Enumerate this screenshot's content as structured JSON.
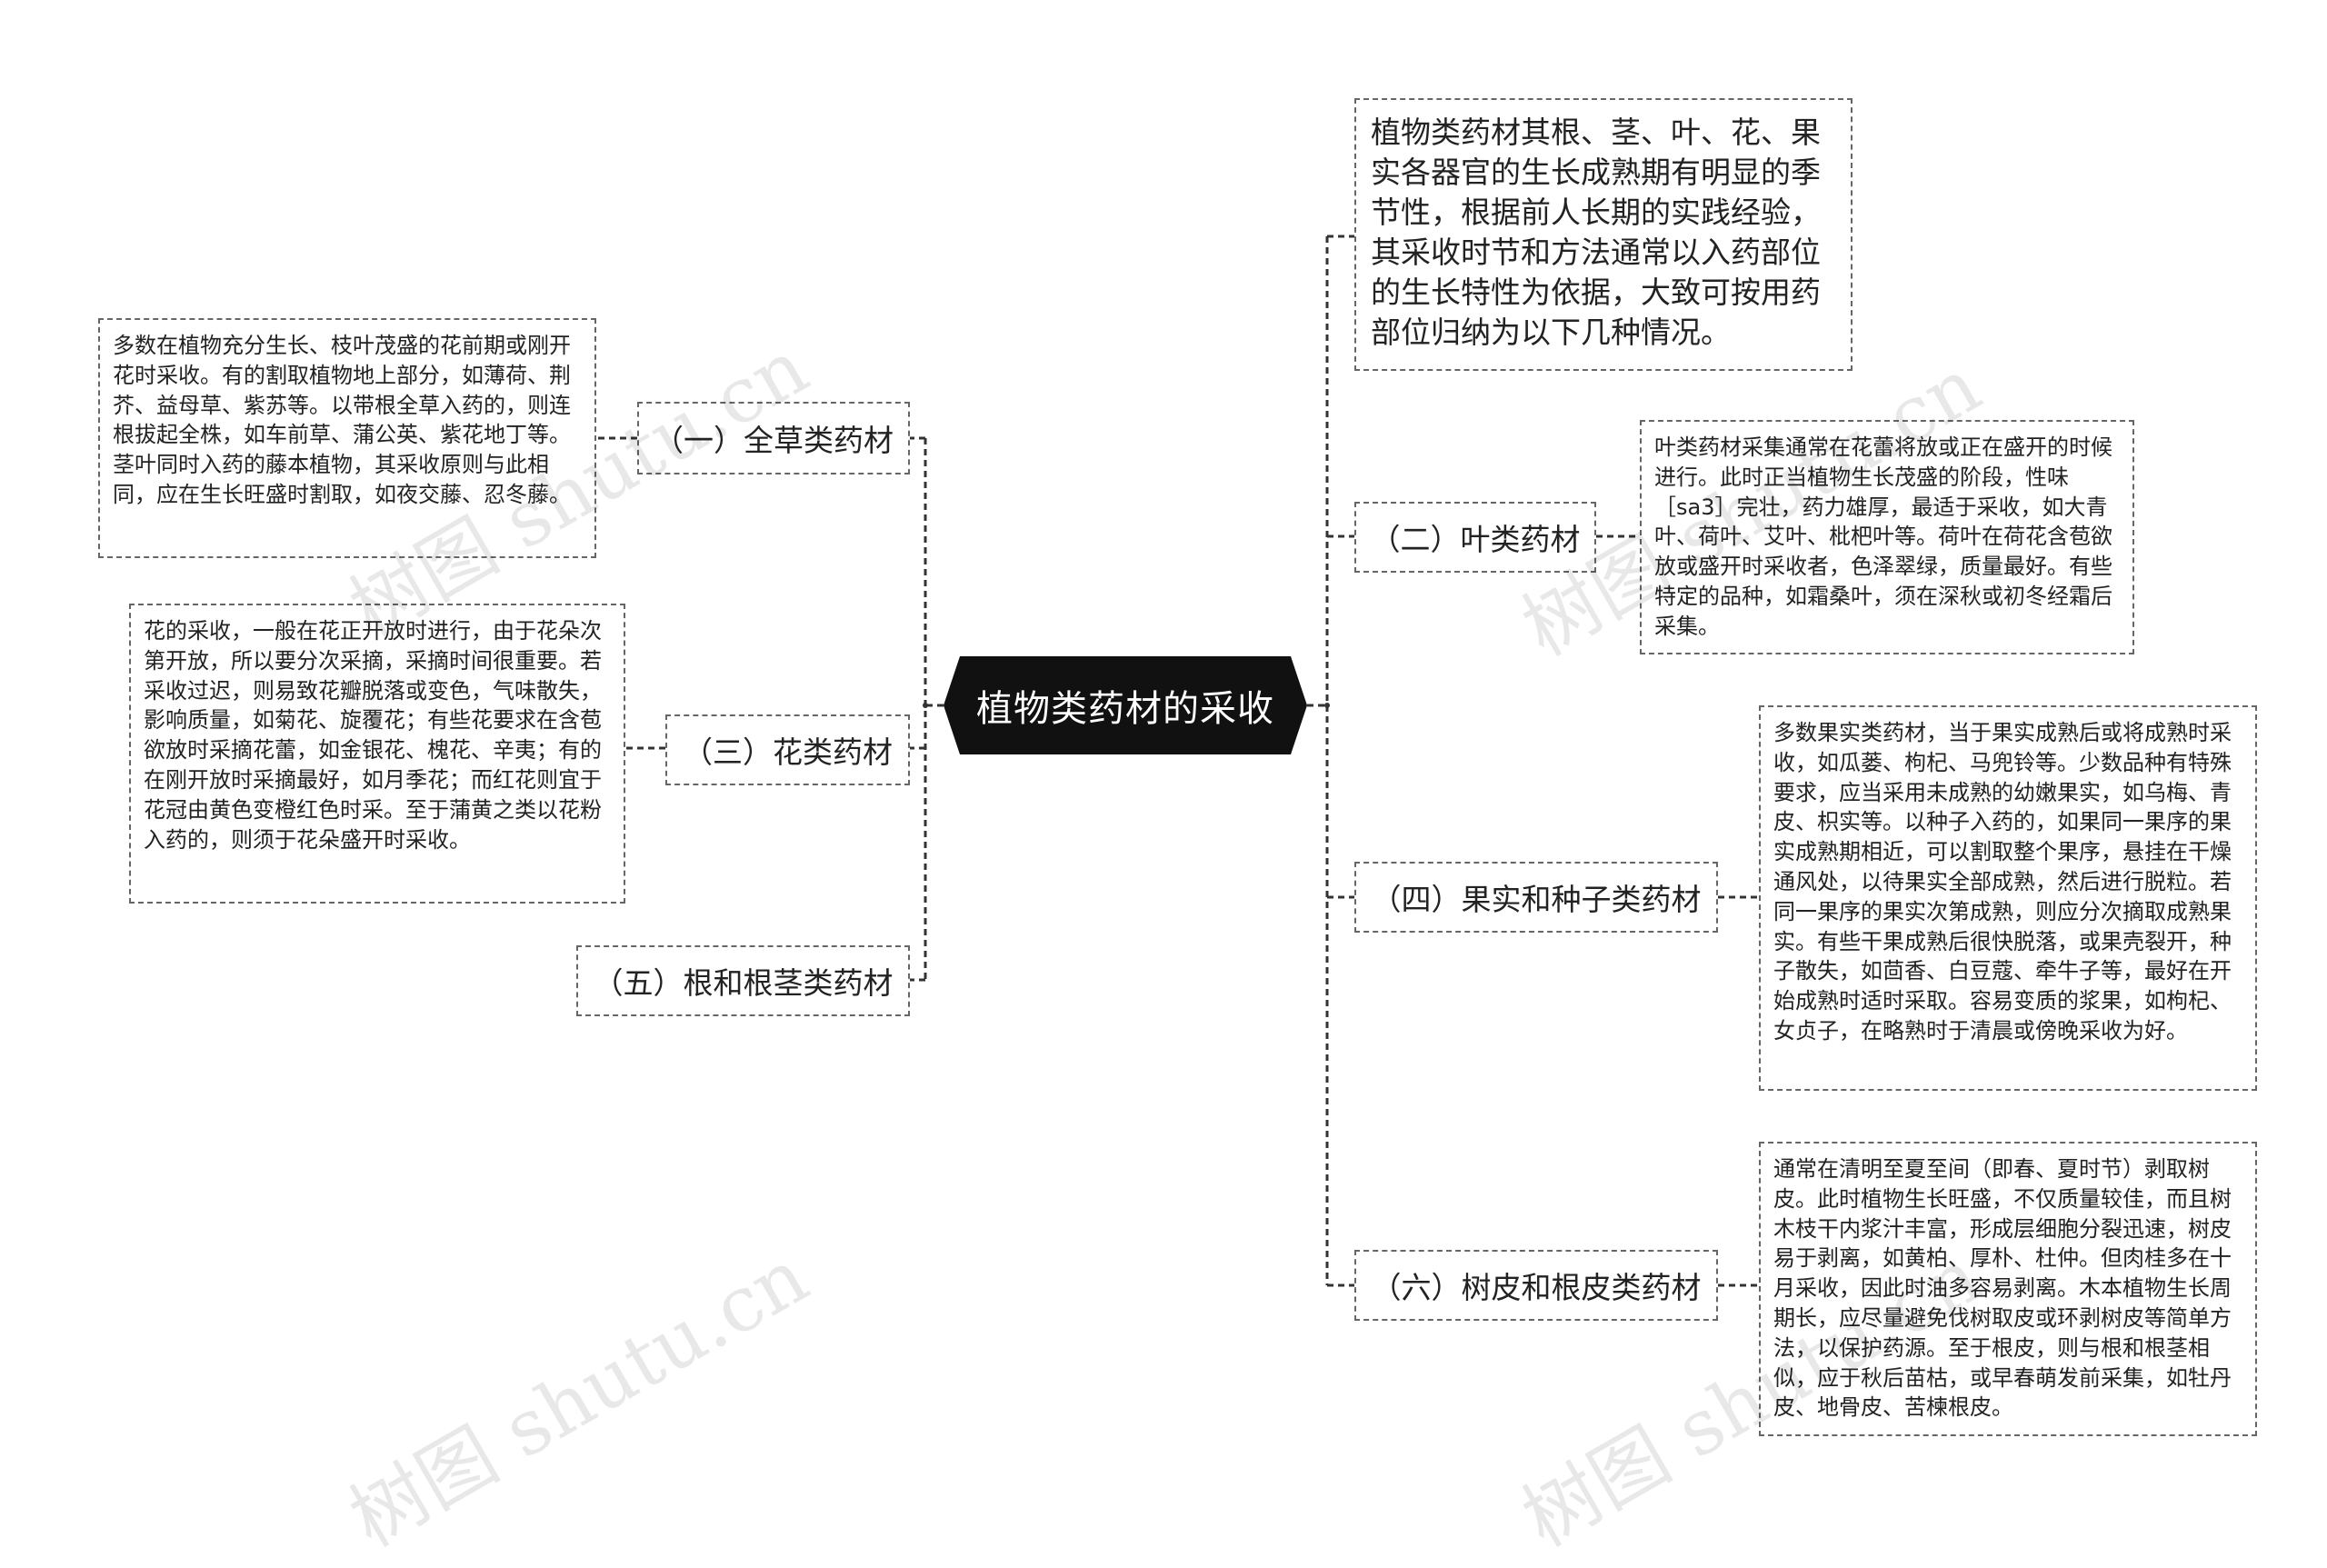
{
  "root": {
    "title": "植物类药材的采收"
  },
  "intro": "植物类药材其根、茎、叶、花、果实各器官的生长成熟期有明显的季节性，根据前人长期的实践经验，其采收时节和方法通常以入药部位的生长特性为依据，大致可按用药部位归纳为以下几种情况。",
  "left_branches": [
    {
      "label": "（一）全草类药材",
      "note": "多数在植物充分生长、枝叶茂盛的花前期或刚开花时采收。有的割取植物地上部分，如薄荷、荆芥、益母草、紫苏等。以带根全草入药的，则连根拔起全株，如车前草、蒲公英、紫花地丁等。茎叶同时入药的藤本植物，其采收原则与此相同，应在生长旺盛时割取，如夜交藤、忍冬藤。"
    },
    {
      "label": "（三）花类药材",
      "note": "花的采收，一般在花正开放时进行，由于花朵次第开放，所以要分次采摘，采摘时间很重要。若采收过迟，则易致花瓣脱落或变色，气味散失，影响质量，如菊花、旋覆花；有些花要求在含苞欲放时采摘花蕾，如金银花、槐花、辛夷；有的在刚开放时采摘最好，如月季花；而红花则宜于花冠由黄色变橙红色时采。至于蒲黄之类以花粉入药的，则须于花朵盛开时采收。"
    },
    {
      "label": "（五）根和根茎类药材",
      "note": ""
    }
  ],
  "right_branches": [
    {
      "label": "（二）叶类药材",
      "note": "叶类药材采集通常在花蕾将放或正在盛开的时候进行。此时正当植物生长茂盛的阶段，性味［sa3］完壮，药力雄厚，最适于采收，如大青叶、荷叶、艾叶、枇杷叶等。荷叶在荷花含苞欲放或盛开时采收者，色泽翠绿，质量最好。有些特定的品种，如霜桑叶，须在深秋或初冬经霜后采集。"
    },
    {
      "label": "（四）果实和种子类药材",
      "note": "多数果实类药材，当于果实成熟后或将成熟时采收，如瓜蒌、枸杞、马兜铃等。少数品种有特殊要求，应当采用未成熟的幼嫩果实，如乌梅、青皮、枳实等。以种子入药的，如果同一果序的果实成熟期相近，可以割取整个果序，悬挂在干燥通风处，以待果实全部成熟，然后进行脱粒。若同一果序的果实次第成熟，则应分次摘取成熟果实。有些干果成熟后很快脱落，或果壳裂开，种子散失，如茴香、白豆蔻、牵牛子等，最好在开始成熟时适时采取。容易变质的浆果，如枸杞、女贞子，在略熟时于清晨或傍晚采收为好。"
    },
    {
      "label": "（六）树皮和根皮类药材",
      "note": "通常在清明至夏至间（即春、夏时节）剥取树皮。此时植物生长旺盛，不仅质量较佳，而且树木枝干内浆汁丰富，形成层细胞分裂迅速，树皮易于剥离，如黄柏、厚朴、杜仲。但肉桂多在十月采收，因此时油多容易剥离。木本植物生长周期长，应尽量避免伐树取皮或环剥树皮等简单方法，以保护药源。至于根皮，则与根和根茎相似，应于秋后苗枯，或早春萌发前采集，如牡丹皮、地骨皮、苦楝根皮。"
    }
  ],
  "watermark": "树图 shutu.cn",
  "colors": {
    "root_fill": "#111111",
    "border": "#666666",
    "line": "#333333",
    "text": "#222222"
  }
}
